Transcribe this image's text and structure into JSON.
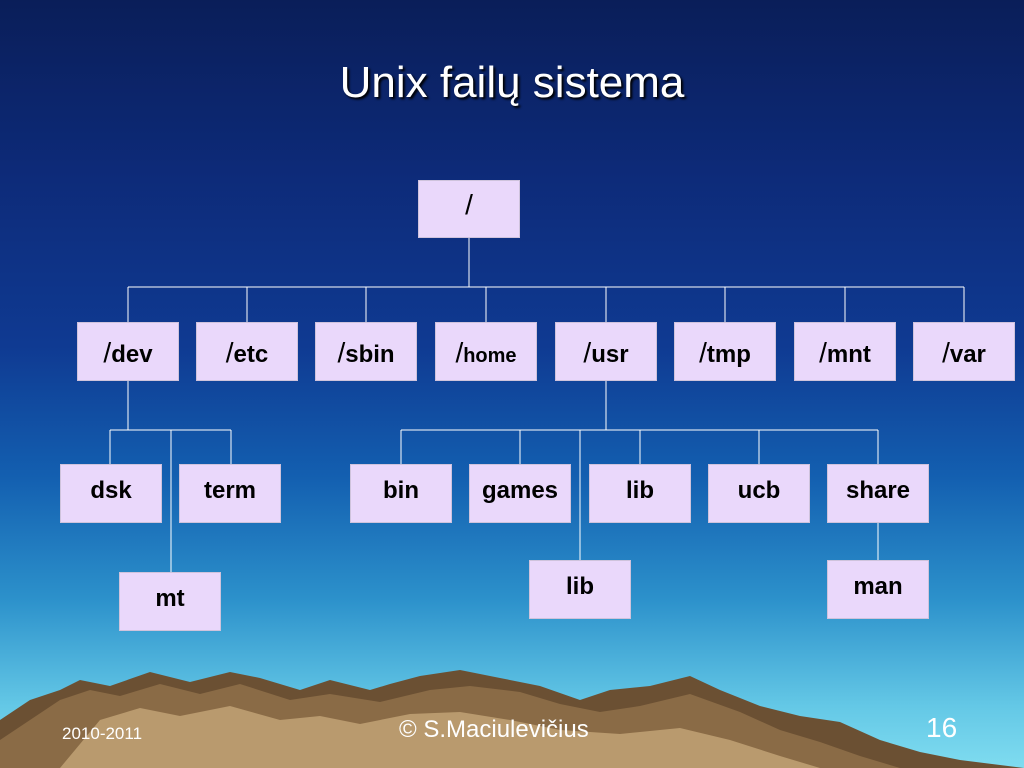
{
  "slide": {
    "title": "Unix failų sistema",
    "footer_left": "2010-2011",
    "footer_center": "© S.Maciulevičius",
    "page_number": "16"
  },
  "tree": {
    "root": "/",
    "level1": [
      "dev",
      "etc",
      "sbin",
      "home",
      "usr",
      "tmp",
      "mnt",
      "var"
    ],
    "dev_children": [
      "dsk",
      "term",
      "mt"
    ],
    "usr_children": [
      "bin",
      "games",
      "lib",
      "ucb",
      "share"
    ],
    "usr_lib": "lib",
    "share_child": "man"
  }
}
